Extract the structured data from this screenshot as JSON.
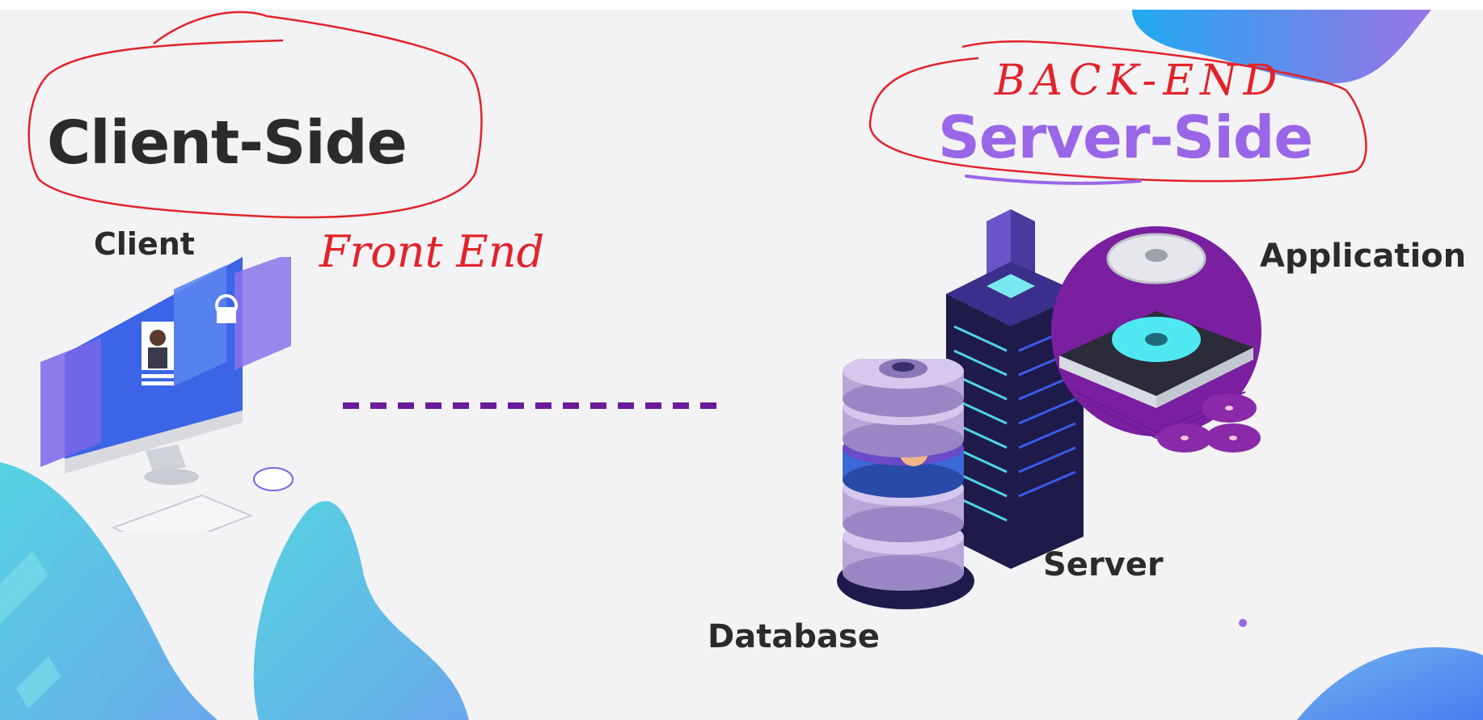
{
  "titles": {
    "client_side": "Client-Side",
    "server_side": "Server-Side"
  },
  "labels": {
    "client": "Client",
    "application": "Application",
    "server": "Server",
    "database": "Database"
  },
  "annotations": {
    "front_end": "Front End",
    "back_end": "BACK-END"
  },
  "colors": {
    "background": "#f3f2f5",
    "accent_purple": "#9966e8",
    "dark_text": "#2b2b2b",
    "annotation_red": "#e2232a",
    "connector_purple": "#6a1b9a",
    "cyan": "#4fd4e4",
    "blue": "#4a7cf0"
  },
  "icons": [
    "computer-icon",
    "database-icon",
    "server-tower-icon",
    "application-chip-icon",
    "gear-icon"
  ]
}
